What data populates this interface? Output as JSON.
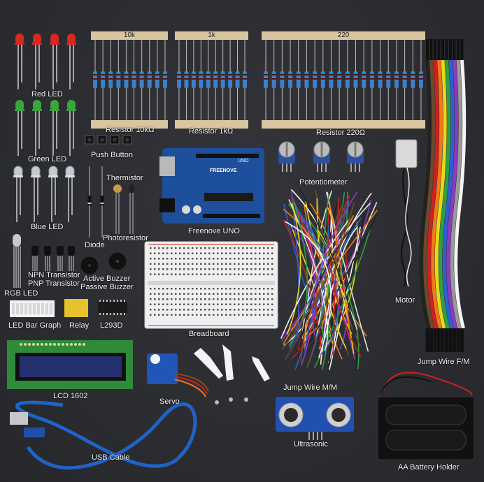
{
  "tapes": {
    "r10k": "10k",
    "r1k": "1k",
    "r220": "220"
  },
  "labels": {
    "red_led": "Red LED",
    "green_led": "Green LED",
    "blue_led": "Blue LED",
    "rgb_led": "RGB LED",
    "resistor_10k": "Resistor 10kΩ",
    "resistor_1k": "Resistor 1kΩ",
    "resistor_220": "Resistor 220Ω",
    "push_button": "Push Button",
    "thermistor": "Thermistor",
    "photoresistor": "Photoresistor",
    "diode": "Diode",
    "freenove_uno": "Freenove UNO",
    "potentiometer": "Potentiometer",
    "motor": "Motor",
    "npn": "NPN Transistor",
    "pnp": "PNP Transistor",
    "active_buzzer": "Active Buzzer",
    "passive_buzzer": "Passive Buzzer",
    "led_bar": "LED Bar Graph",
    "relay": "Relay",
    "l293d": "L293D",
    "breadboard": "Breadboard",
    "lcd": "LCD 1602",
    "servo": "Servo",
    "jump_mm": "Jump Wire M/M",
    "jump_fm": "Jump Wire F/M",
    "usb": "USB Cable",
    "ultrasonic": "Ultrasonic",
    "battery": "AA Battery Holder"
  },
  "board_text": {
    "brand": "FREENOVE",
    "model": "UNO"
  },
  "colors": {
    "led_red": "#d8281f",
    "led_green": "#3aa53a",
    "led_blue": "#dfe6f0",
    "board": "#1d4f9c",
    "lcd_pcb": "#2f8a3a",
    "lcd_screen": "#25306e",
    "usb": "#1f63c8",
    "ribbon": [
      "#222222",
      "#6b4a2b",
      "#d02020",
      "#ee7a1a",
      "#e8d81c",
      "#2ea043",
      "#2f5fd0",
      "#8a3bc2",
      "#9a9a9a",
      "#f4f4f4"
    ]
  }
}
